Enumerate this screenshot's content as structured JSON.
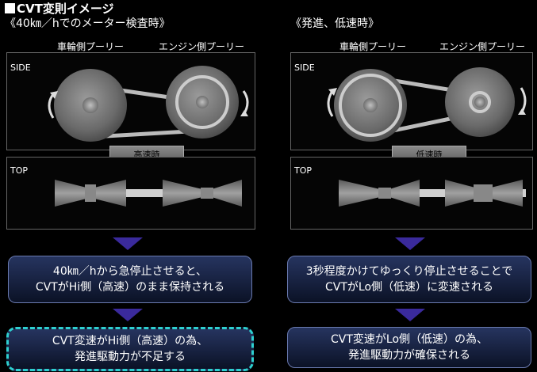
{
  "title": "CVT変則イメージ",
  "left": {
    "subtitle": "《40㎞／hでのメーター検査時》",
    "col_wheel": "車輪側プーリー",
    "col_engine": "エンジン側プーリー",
    "side_label": "SIDE",
    "top_label": "TOP",
    "speed_label": "高速時",
    "box1_line1": "40㎞／hから急停止させると、",
    "box1_line2": "CVTがHi側（高速）のまま保持される",
    "box2_line1": "CVT変速がHi側（高速）の為、",
    "box2_line2": "発進駆動力が不足する"
  },
  "right": {
    "subtitle": "《発進、低速時》",
    "col_wheel": "車輪側プーリー",
    "col_engine": "エンジン側プーリー",
    "side_label": "SIDE",
    "top_label": "TOP",
    "speed_label": "低速時",
    "box1_line1": "3秒程度かけてゆっくり停止させることで",
    "box1_line2": "CVTがLo側（低速）に変速される",
    "box2_line1": "CVT変速がLo側（低速）の為、",
    "box2_line2": "発進駆動力が確保される"
  },
  "colors": {
    "box_highlight": "#2ed0d0",
    "arrow": "#3a2a9c"
  }
}
